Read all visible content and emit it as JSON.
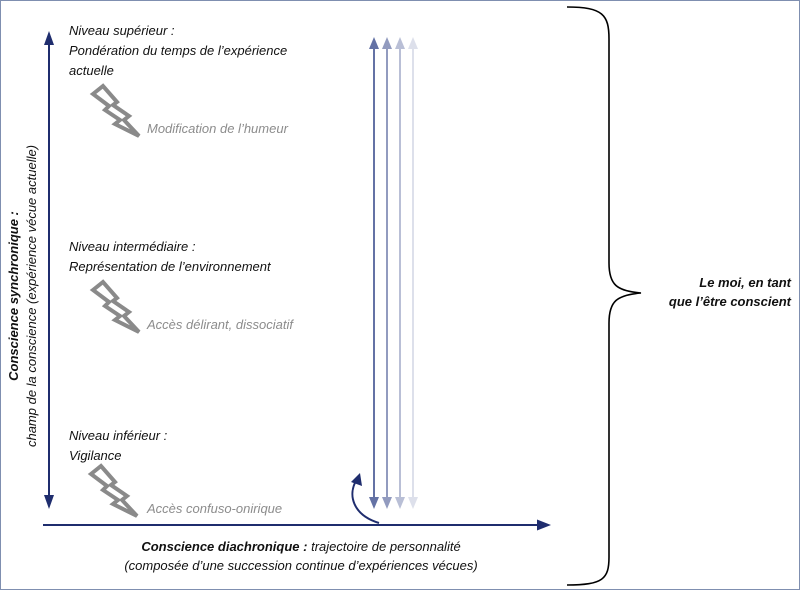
{
  "synchronic": {
    "title": "Conscience synchronique :",
    "subtitle": "champ de la conscience (expérience vécue actuelle)"
  },
  "levels": [
    {
      "heading": "Niveau supérieur :",
      "lines": [
        "Pondération du temps de l’expérience",
        "actuelle"
      ],
      "disturbance": "Modification de l’humeur"
    },
    {
      "heading": "Niveau intermédiaire :",
      "lines": [
        "Représentation de l’environnement"
      ],
      "disturbance": "Accès délirant, dissociatif"
    },
    {
      "heading": "Niveau inférieur :",
      "lines": [
        "Vigilance"
      ],
      "disturbance": "Accès confuso-onirique"
    }
  ],
  "diachronic": {
    "title": "Conscience diachronique :",
    "text": " trajectoire de personnalité",
    "subtext": "(composée d’une succession continue d’expériences vécues)"
  },
  "self": {
    "line1": "Le moi, en tant",
    "line2": "que l’être conscient"
  },
  "colors": {
    "arrow": "#1f2d6e",
    "lightning": "#8a8a8a",
    "grey_text": "#8c8c8c",
    "frame": "#7f8fb0"
  }
}
